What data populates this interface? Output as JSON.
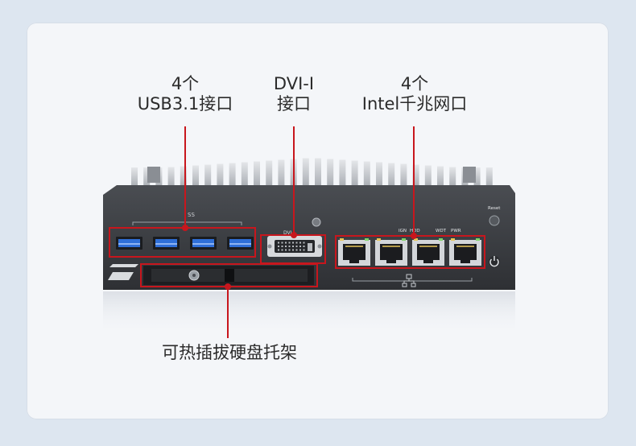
{
  "labels": {
    "usb": {
      "line1": "4个",
      "line2": "USB3.1接口"
    },
    "dvi": {
      "line1": "DVI-I",
      "line2": "接口"
    },
    "lan": {
      "line1": "4个",
      "line2": "Intel千兆网口"
    },
    "hdd": {
      "line1": "可热插拔硬盘托架"
    }
  },
  "panel_text": {
    "usb_group": "SS",
    "dvi_port": "DVI-I",
    "ign": "IGN",
    "hdd_led": "HDD",
    "wdt": "WDT",
    "pwr": "PWR",
    "reset": "Reset"
  },
  "colors": {
    "callout": "#c8161d",
    "chassis": "#3a3d42",
    "usb_blue": "#2f6fd8",
    "heatsink": "#c9ccd0"
  },
  "counts": {
    "usb_ports": 4,
    "lan_ports": 4
  }
}
